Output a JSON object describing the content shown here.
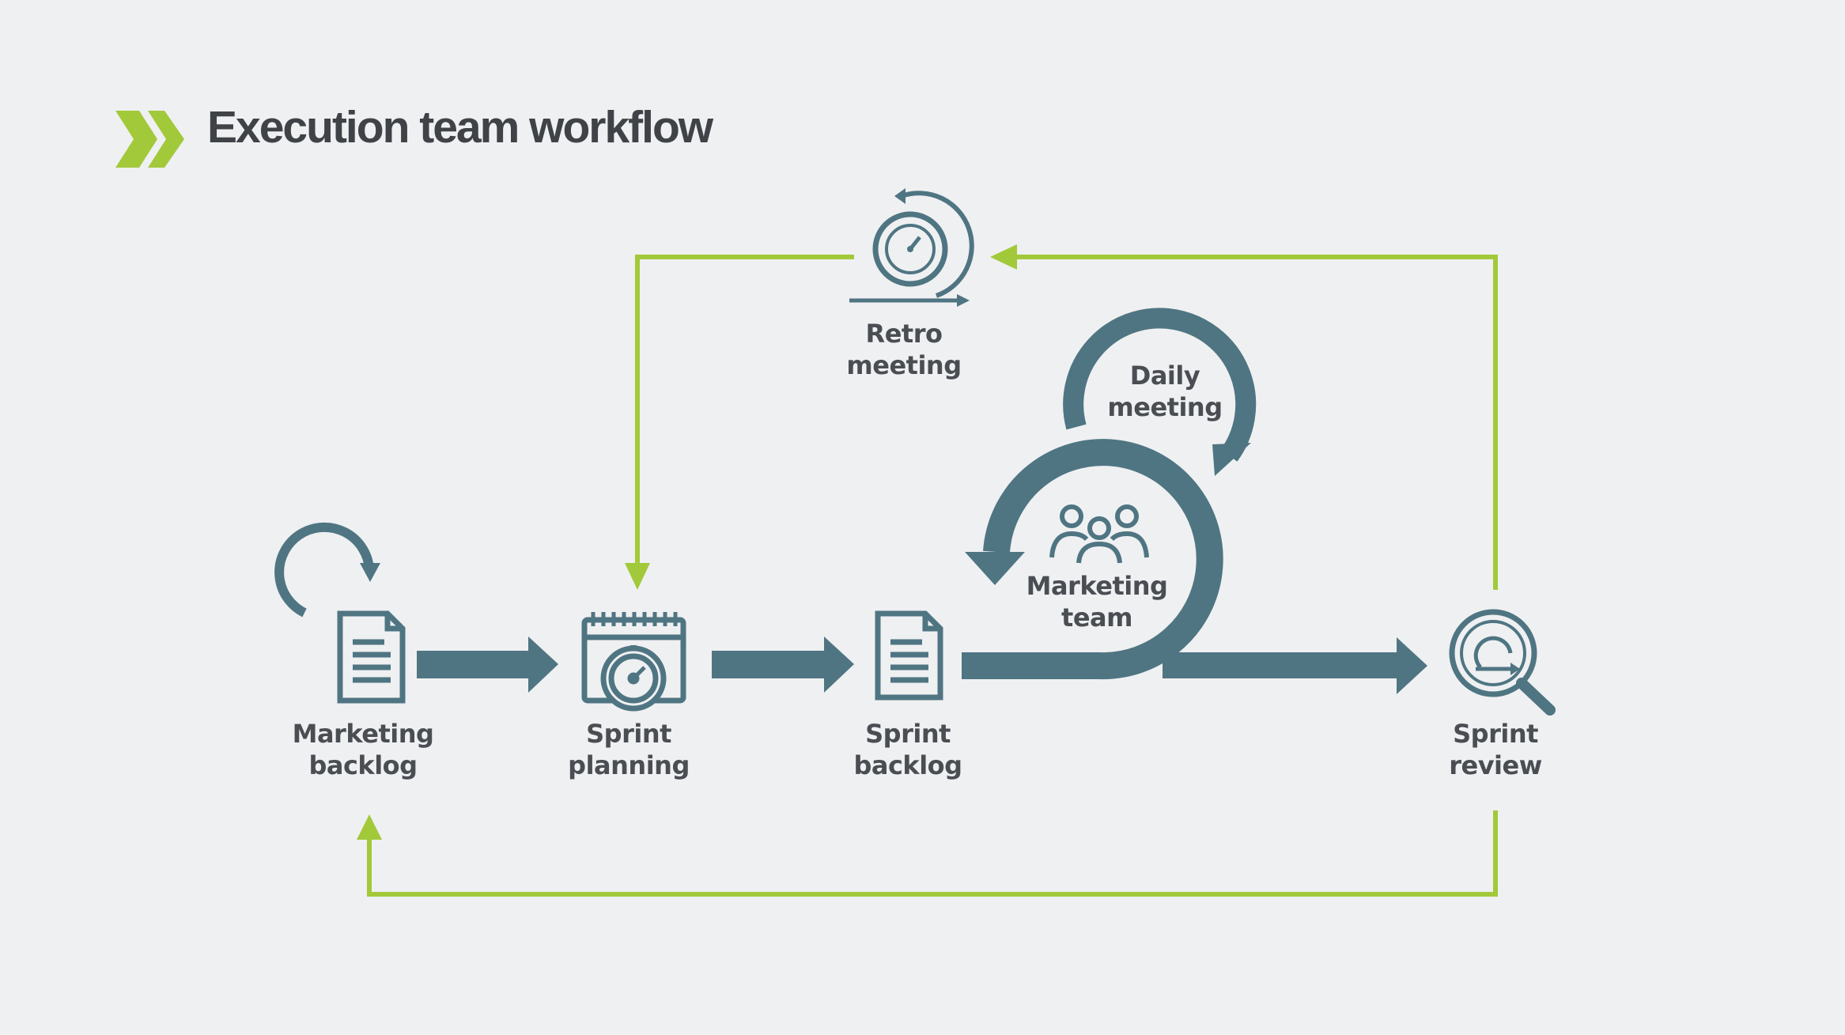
{
  "header": {
    "title": "Execution team workflow"
  },
  "nodes": {
    "marketing_backlog": {
      "line1": "Marketing",
      "line2": "backlog",
      "icon": "document-icon"
    },
    "sprint_planning": {
      "line1": "Sprint",
      "line2": "planning",
      "icon": "calendar-stopwatch-icon"
    },
    "sprint_backlog": {
      "line1": "Sprint",
      "line2": "backlog",
      "icon": "document-icon"
    },
    "marketing_team": {
      "line1": "Marketing",
      "line2": "team",
      "icon": "team-icon"
    },
    "daily_meeting": {
      "line1": "Daily",
      "line2": "meeting",
      "icon": "cycle-arrow-icon"
    },
    "retro_meeting": {
      "line1": "Retro",
      "line2": "meeting",
      "icon": "stopwatch-cycle-icon"
    },
    "sprint_review": {
      "line1": "Sprint",
      "line2": "review",
      "icon": "magnifier-cycle-icon"
    }
  },
  "colors": {
    "primary": "#4f7582",
    "accent": "#a2c93a",
    "text": "#4a4e53",
    "background": "#eff0f2"
  }
}
